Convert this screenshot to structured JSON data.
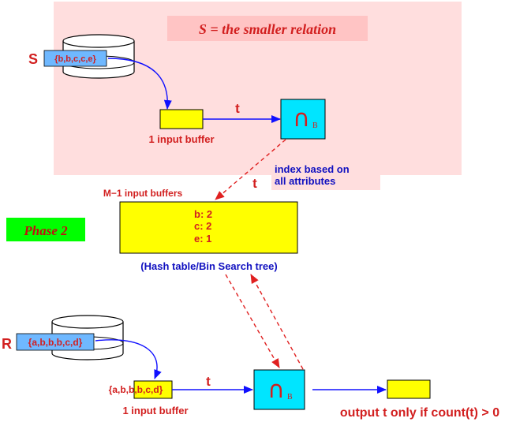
{
  "title": "S = the smaller relation",
  "phase_label": "Phase 2",
  "relation_s": {
    "name": "S",
    "tuples": "{b,b,c,c,e}"
  },
  "relation_r": {
    "name": "R",
    "tuples": "{a,b,b,b,c,d}"
  },
  "input_buffer_label_top": "1 input buffer",
  "input_buffer_label_bottom": "1 input buffer",
  "buffer_r_contents": "{a,b,b,b,c,d}",
  "edge_t_labels": [
    "t",
    "t",
    "t"
  ],
  "op_symbol": "∩",
  "op_subscript": "B",
  "index_note": [
    "index based on",
    "all attributes"
  ],
  "m_minus_1_label": "M−1 input buffers",
  "hash_entries": [
    "b: 2",
    "c: 2",
    "e: 1"
  ],
  "hash_caption": "(Hash table/Bin Search tree)",
  "output_label": "output t only if count(t) > 0",
  "colors": {
    "pink_region": "#ffdede",
    "pink_title_box": "#ffc4c4",
    "yellow": "#ffff00",
    "cyan": "#00e5ff",
    "green": "#00ff00",
    "light_blue": "#6fb8ff",
    "red_text": "#d21f1f",
    "blue_text": "#1010c0"
  }
}
